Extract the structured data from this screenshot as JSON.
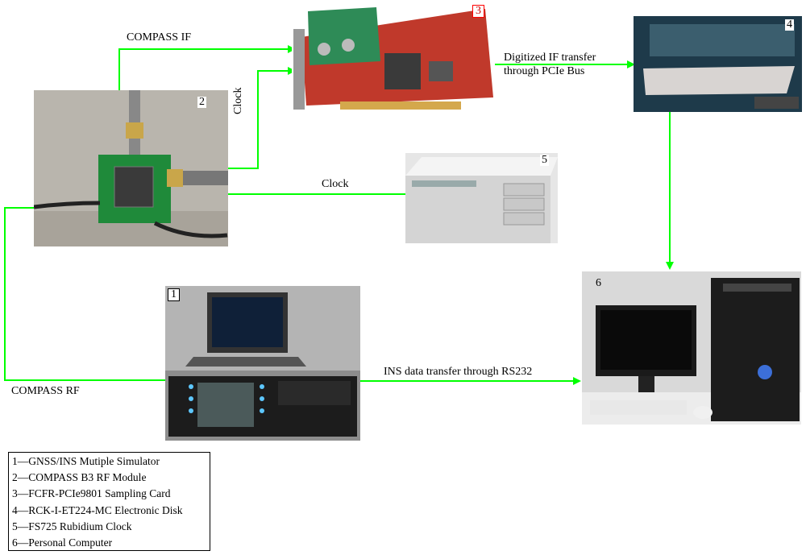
{
  "labels": {
    "compass_if": "COMPASS IF",
    "compass_rf": "COMPASS RF",
    "clock_vertical": "Clock",
    "clock_horizontal": "Clock",
    "digitized_line1": "Digitized IF transfer",
    "digitized_line2": "through PCIe Bus",
    "ins_transfer": "INS data transfer through RS232"
  },
  "numbers": {
    "n1": "1",
    "n2": "2",
    "n3": "3",
    "n4": "4",
    "n5": "5",
    "n6": "6"
  },
  "legend": [
    "1—GNSS/INS Mutiple Simulator",
    "2—COMPASS B3  RF Module",
    "3—FCFR-PCIe9801 Sampling Card",
    "4—RCK-I-ET224-MC Electronic Disk",
    "5—FS725 Rubidium Clock",
    "6—Personal Computer"
  ],
  "colors": {
    "wire": "#00ff00",
    "legend_border": "#000000",
    "number3_border": "#ff0000"
  }
}
